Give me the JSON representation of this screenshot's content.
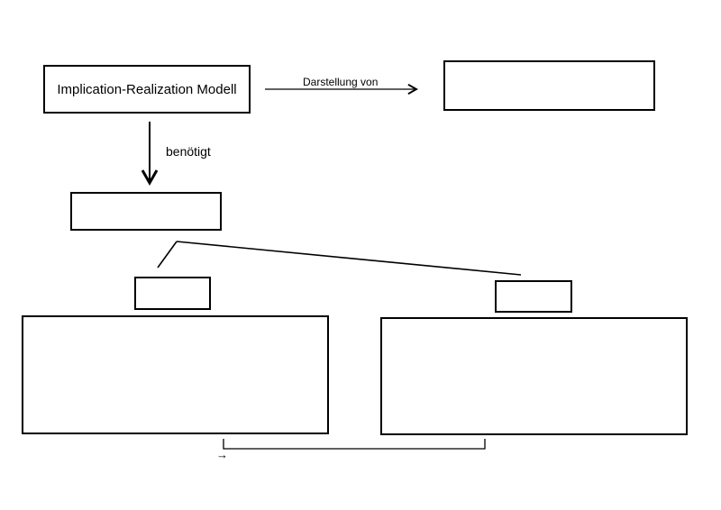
{
  "nodes": {
    "root": {
      "label": "Implication-Realization Modell"
    },
    "target": {
      "label": ""
    },
    "requires": {
      "label": ""
    },
    "small_left": {
      "label": ""
    },
    "small_right": {
      "label": ""
    },
    "big_left": {
      "label": ""
    },
    "big_right": {
      "label": ""
    }
  },
  "edges": {
    "represent": {
      "label": "Darstellung von"
    },
    "requires": {
      "label": "benötigt"
    }
  },
  "bottom_arrow": {
    "glyph": "→"
  },
  "colors": {
    "stroke": "#000000",
    "background": "#ffffff"
  }
}
